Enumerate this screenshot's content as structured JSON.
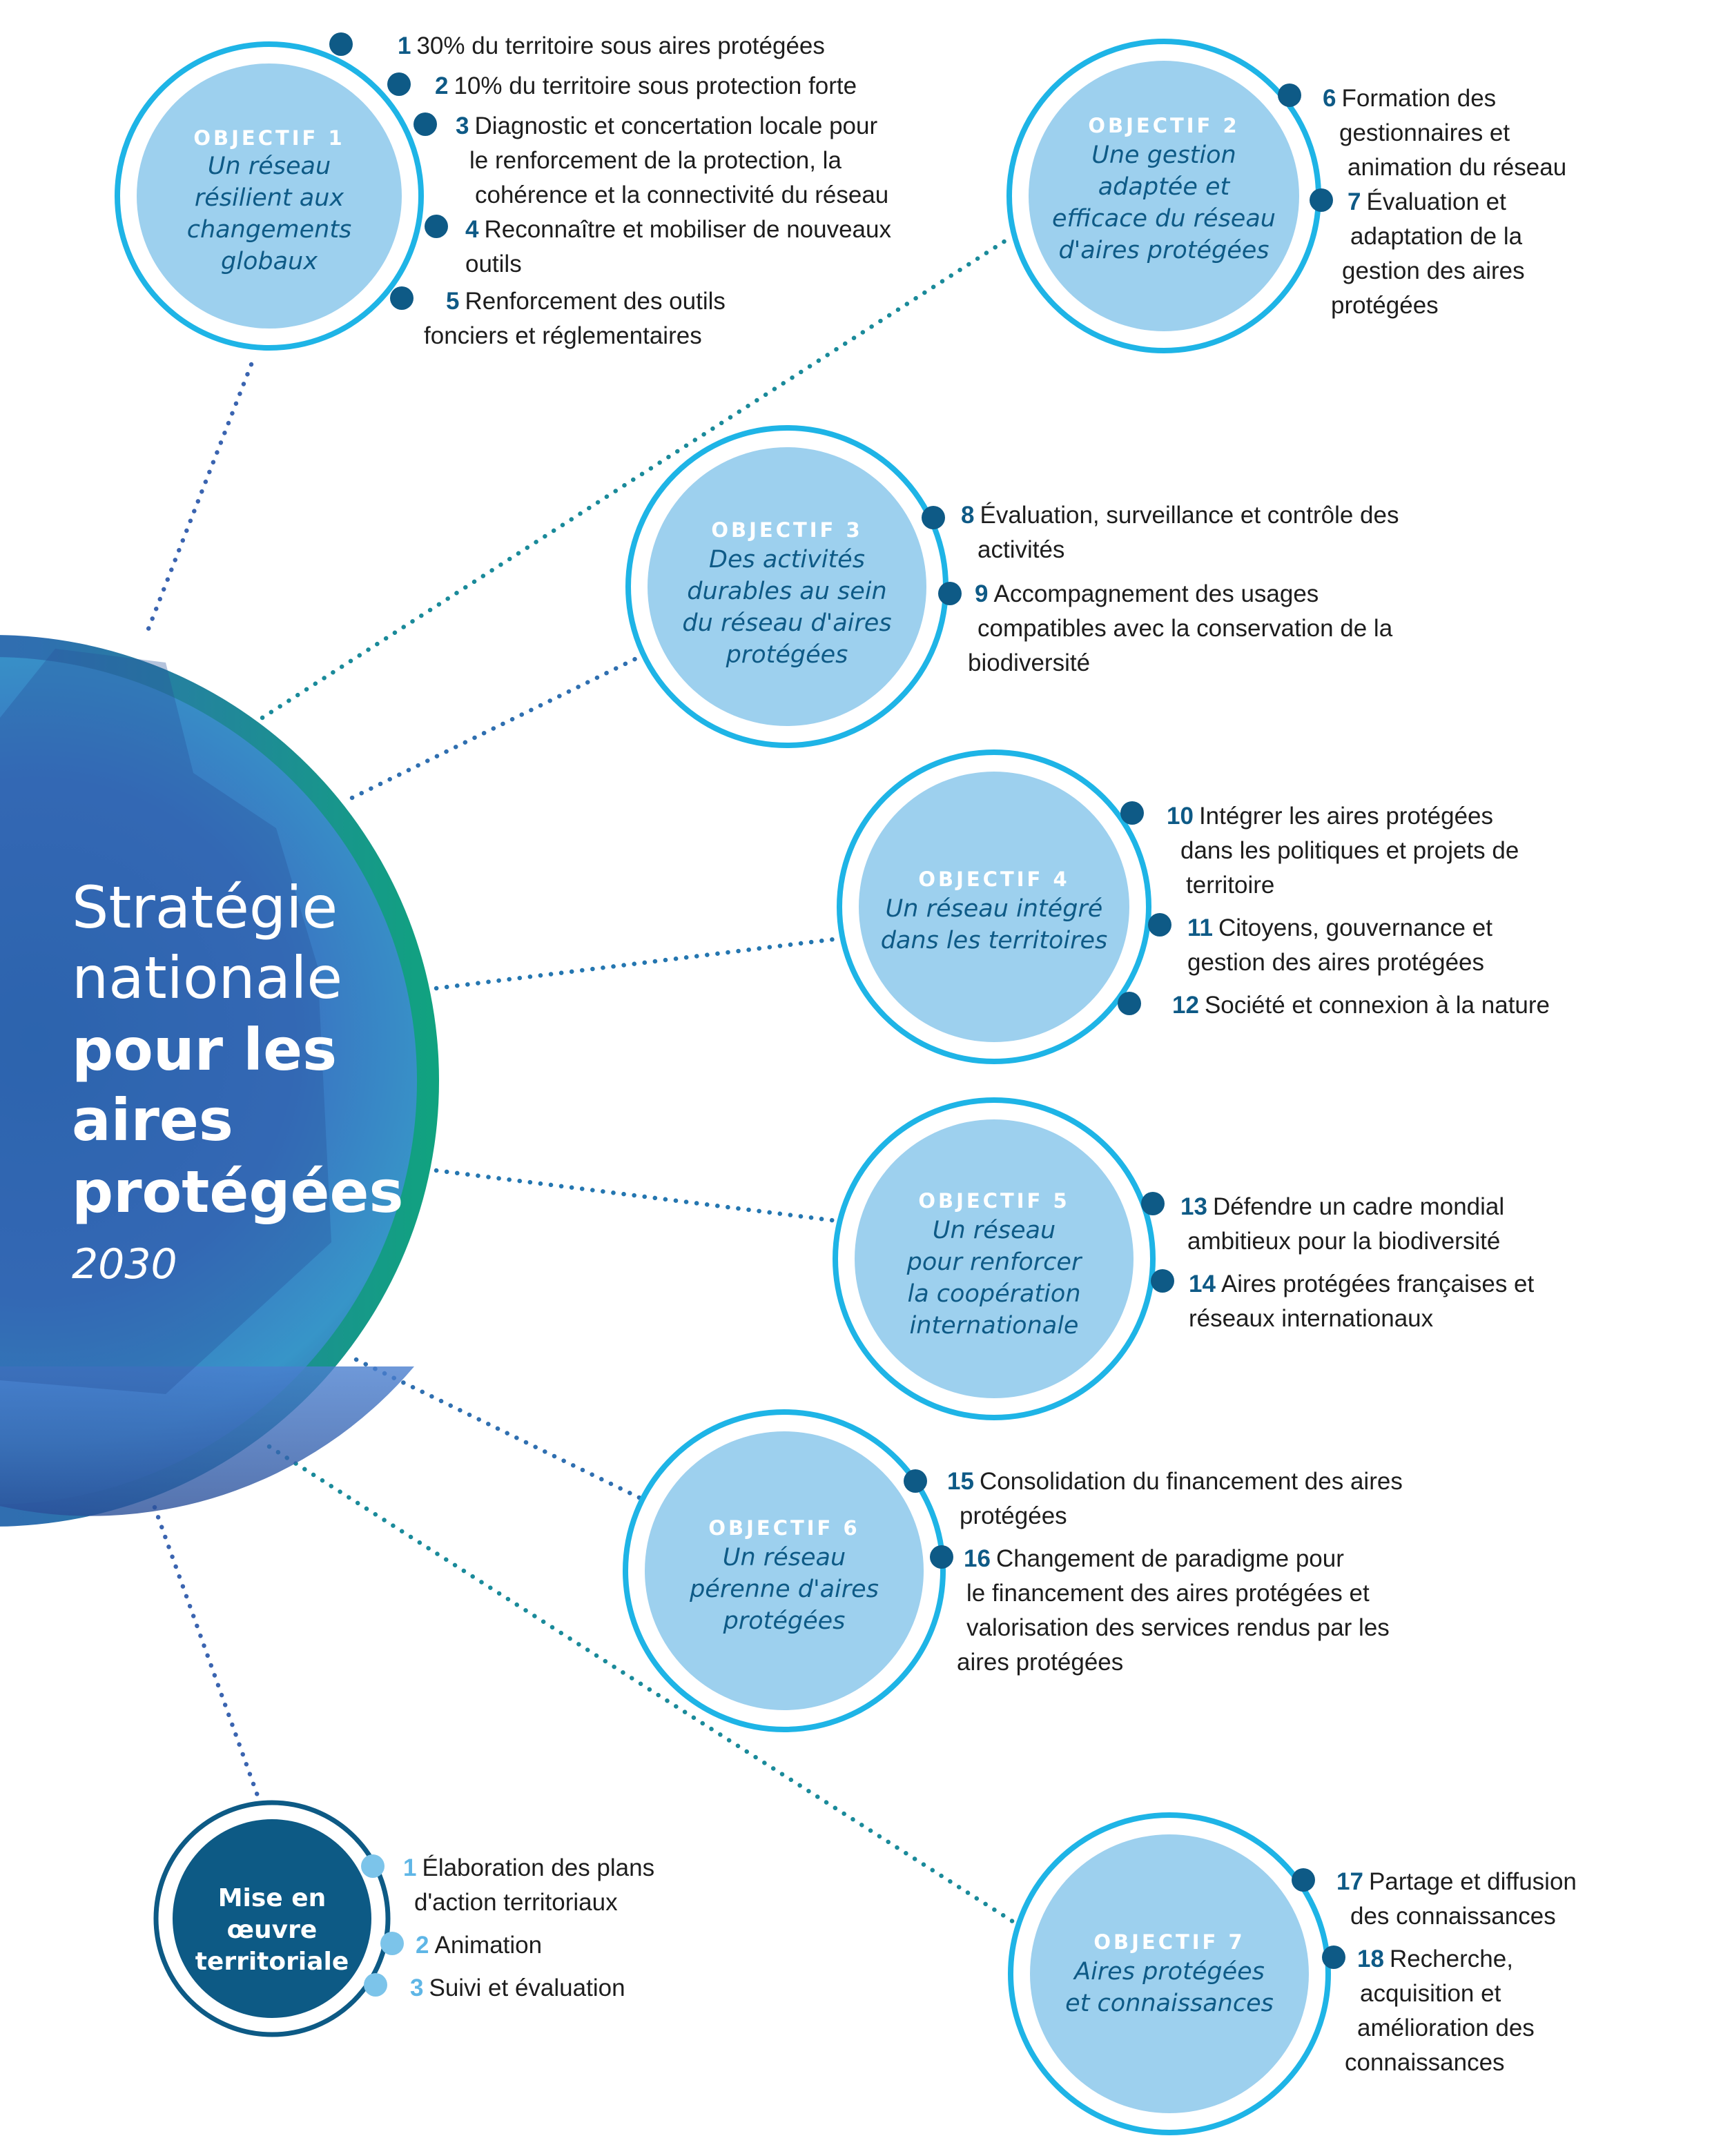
{
  "title": {
    "line1": "Stratégie",
    "line2": "nationale",
    "line3": "pour les",
    "line4": "aires",
    "line5": "protégées",
    "year": "2030"
  },
  "colors": {
    "ring": "#1eb4e6",
    "inner": "#9dd0ee",
    "dot": "#0e5a86",
    "mise": "#0d5a85",
    "mise_dot": "#7cc4ea",
    "number": "#0e5a86",
    "gradient_start": "#3a64b0",
    "gradient_end": "#10a37f"
  },
  "objectives": [
    {
      "heading": "OBJECTIF 1",
      "title": [
        "Un réseau",
        "résilient aux",
        "changements",
        "globaux"
      ],
      "items": [
        {
          "n": "1",
          "lines": [
            "30% du territoire sous aires protégées"
          ]
        },
        {
          "n": "2",
          "lines": [
            "10% du territoire sous protection forte"
          ]
        },
        {
          "n": "3",
          "lines": [
            "Diagnostic et concertation locale pour",
            "le renforcement de la protection, la",
            "cohérence et la connectivité du réseau"
          ]
        },
        {
          "n": "4",
          "lines": [
            "Reconnaître et mobiliser de nouveaux",
            "outils"
          ]
        },
        {
          "n": "5",
          "lines": [
            "Renforcement des outils",
            "fonciers et réglementaires"
          ]
        }
      ]
    },
    {
      "heading": "OBJECTIF 2",
      "title": [
        "Une gestion",
        "adaptée et",
        "efficace du réseau",
        "d'aires protégées"
      ],
      "items": [
        {
          "n": "6",
          "lines": [
            "Formation des",
            "gestionnaires et",
            "animation du réseau"
          ]
        },
        {
          "n": "7",
          "lines": [
            "Évaluation et",
            "adaptation de la",
            "gestion des aires",
            "protégées"
          ]
        }
      ]
    },
    {
      "heading": "OBJECTIF 3",
      "title": [
        "Des activités",
        "durables au sein",
        "du réseau d'aires",
        "protégées"
      ],
      "items": [
        {
          "n": "8",
          "lines": [
            "Évaluation, surveillance et contrôle des",
            "activités"
          ]
        },
        {
          "n": "9",
          "lines": [
            "Accompagnement des usages",
            "compatibles avec la conservation de la",
            "biodiversité"
          ]
        }
      ]
    },
    {
      "heading": "OBJECTIF 4",
      "title": [
        "Un réseau intégré",
        "dans les territoires"
      ],
      "items": [
        {
          "n": "10",
          "lines": [
            "Intégrer les aires protégées",
            "dans les politiques et projets de",
            "territoire"
          ]
        },
        {
          "n": "11",
          "lines": [
            "Citoyens, gouvernance et",
            "gestion des aires protégées"
          ]
        },
        {
          "n": "12",
          "lines": [
            "Société et connexion à la nature"
          ]
        }
      ]
    },
    {
      "heading": "OBJECTIF 5",
      "title": [
        "Un réseau",
        "pour renforcer",
        "la coopération",
        "internationale"
      ],
      "items": [
        {
          "n": "13",
          "lines": [
            "Défendre un cadre mondial",
            "ambitieux pour la biodiversité"
          ]
        },
        {
          "n": "14",
          "lines": [
            "Aires protégées françaises et",
            "réseaux internationaux"
          ]
        }
      ]
    },
    {
      "heading": "OBJECTIF 6",
      "title": [
        "Un réseau",
        "pérenne d'aires",
        "protégées"
      ],
      "items": [
        {
          "n": "15",
          "lines": [
            "Consolidation du financement des aires",
            "protégées"
          ]
        },
        {
          "n": "16",
          "lines": [
            "Changement de paradigme pour",
            "le financement des aires protégées et",
            "valorisation des services rendus par les",
            "aires protégées"
          ]
        }
      ]
    },
    {
      "heading": "OBJECTIF 7",
      "title": [
        "Aires protégées",
        "et connaissances"
      ],
      "items": [
        {
          "n": "17",
          "lines": [
            "Partage et diffusion",
            "des connaissances"
          ]
        },
        {
          "n": "18",
          "lines": [
            "Recherche,",
            "acquisition et",
            "amélioration des",
            "connaissances"
          ]
        }
      ]
    }
  ],
  "mise": {
    "title": [
      "Mise en",
      "œuvre",
      "territoriale"
    ],
    "items": [
      {
        "n": "1",
        "lines": [
          "Élaboration des plans",
          "d'action territoriaux"
        ]
      },
      {
        "n": "2",
        "lines": [
          "Animation"
        ]
      },
      {
        "n": "3",
        "lines": [
          "Suivi et évaluation"
        ]
      }
    ]
  }
}
